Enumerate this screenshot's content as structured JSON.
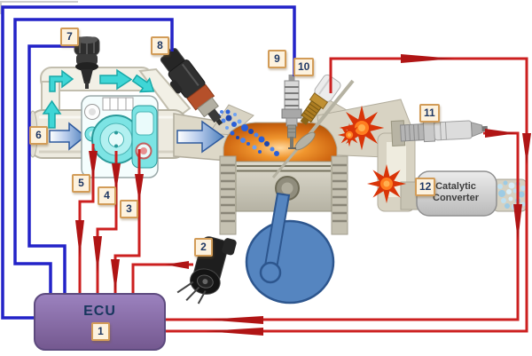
{
  "ecu": {
    "title": "ECU"
  },
  "catalytic_converter": {
    "line1": "Catalytic",
    "line2": "Converter"
  },
  "labels": [
    "1",
    "2",
    "3",
    "4",
    "5",
    "6",
    "7",
    "8",
    "9",
    "10",
    "11",
    "12"
  ],
  "colors": {
    "wire_blue": "#2323c8",
    "wire_red": "#cc2020",
    "arrow_red_dark": "#b01515",
    "ecu_fill": "#8468ab",
    "ecu_border": "#5d4a7e",
    "label_bg": "#fdf2de",
    "label_border": "#d29c58",
    "label_text": "#1f3864",
    "crank_blue": "#5585c0",
    "throttle_teal": "#7ce4e4",
    "cyan_arrow": "#3fd6d6",
    "flame_red": "#d93408",
    "spray_blue": "#2a5fd8",
    "glow_orange": "#e8821e",
    "cat_text": "#3f3f3f"
  }
}
